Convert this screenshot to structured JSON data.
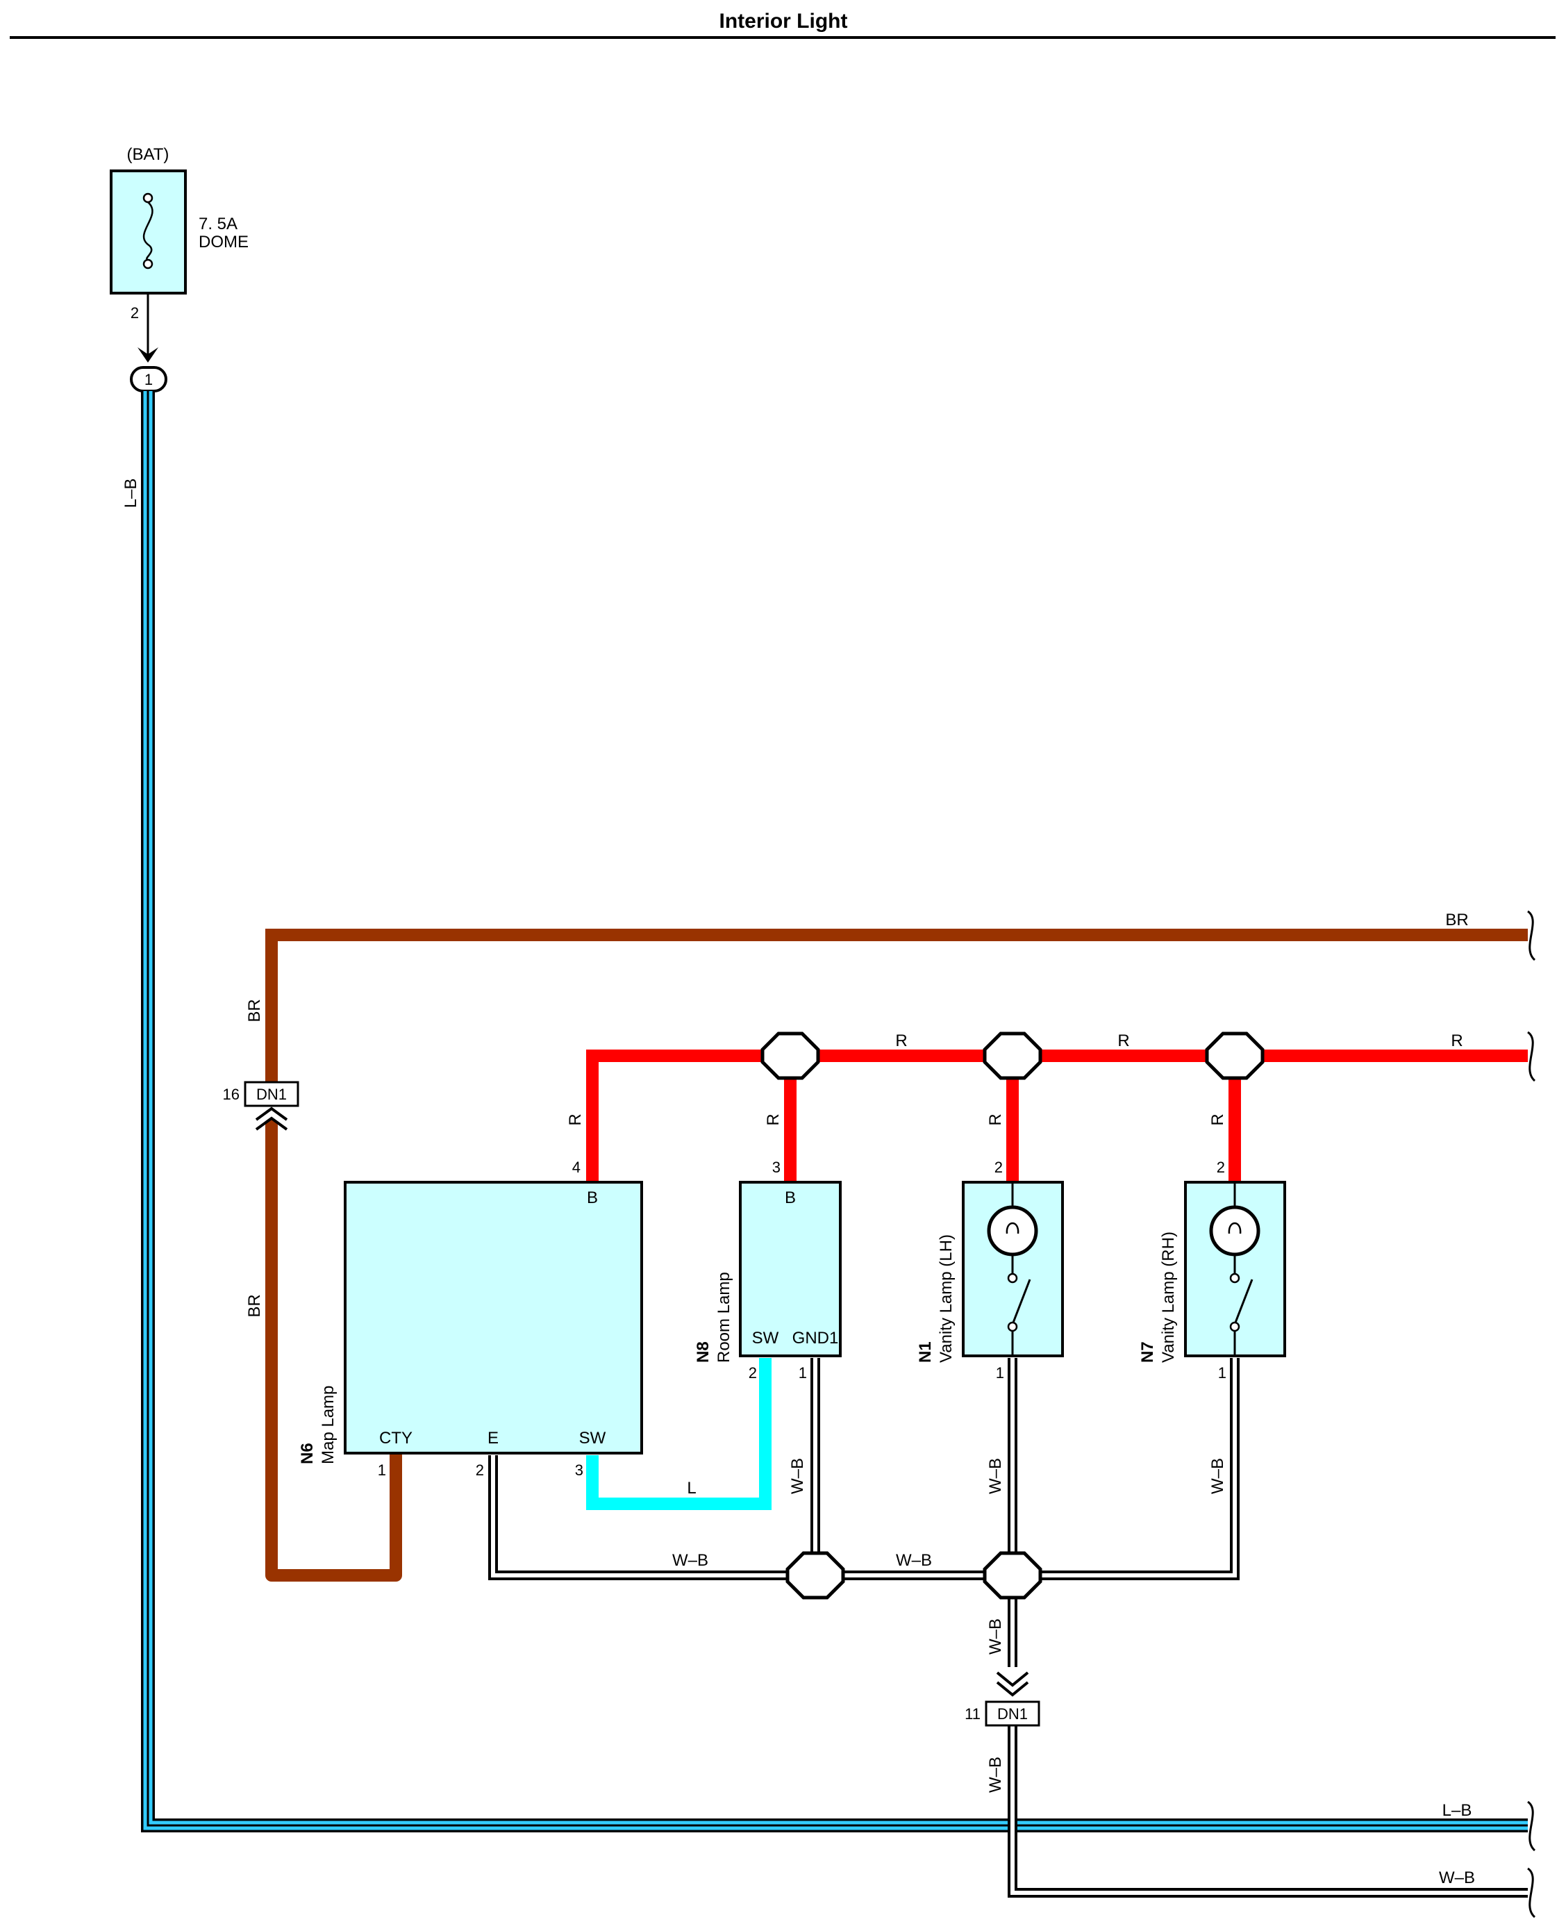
{
  "title": "Interior Light",
  "fuse": {
    "header": "(BAT)",
    "rating": "7. 5A",
    "name": "DOME",
    "pin_out": "2",
    "junction_pin": "1"
  },
  "connectors": {
    "dn1_top": {
      "name": "DN1",
      "pin": "16"
    },
    "dn1_bottom": {
      "name": "DN1",
      "pin": "11"
    }
  },
  "components": {
    "n6": {
      "code": "N6",
      "name": "Map Lamp",
      "terminals": {
        "b": "B",
        "cty": "CTY",
        "e": "E",
        "sw": "SW"
      },
      "pins": {
        "b": "4",
        "cty": "1",
        "e": "2",
        "sw": "3"
      }
    },
    "n8": {
      "code": "N8",
      "name": "Room Lamp",
      "terminals": {
        "b": "B",
        "sw": "SW",
        "gnd": "GND1"
      },
      "pins": {
        "b": "3",
        "sw": "2",
        "gnd": "1"
      }
    },
    "n1": {
      "code": "N1",
      "name": "Vanity Lamp (LH)",
      "pins": {
        "top": "2",
        "bottom": "1"
      }
    },
    "n7": {
      "code": "N7",
      "name": "Vanity Lamp (RH)",
      "pins": {
        "top": "2",
        "bottom": "1"
      }
    }
  },
  "wire_labels": {
    "lb_main": "L–B",
    "br_top": "BR",
    "br_vert1": "BR",
    "br_vert2": "BR",
    "r_1": "R",
    "r_2": "R",
    "r_3": "R",
    "r_n6": "R",
    "r_n8": "R",
    "r_n1": "R",
    "r_n7": "R",
    "l_sw": "L",
    "wb_n8": "W–B",
    "wb_n1": "W–B",
    "wb_n7": "W–B",
    "wb_h1": "W–B",
    "wb_h2": "W–B",
    "wb_down": "W–B",
    "wb_below": "W–B",
    "lb_bottom": "L–B",
    "wb_bottom": "W–B"
  },
  "wire_colors": {
    "BR": "#993300",
    "R": "#ff0000",
    "L": "#00ffff",
    "LB": "#33ccff",
    "WB": "#000000",
    "box_fill": "#ccffff"
  }
}
